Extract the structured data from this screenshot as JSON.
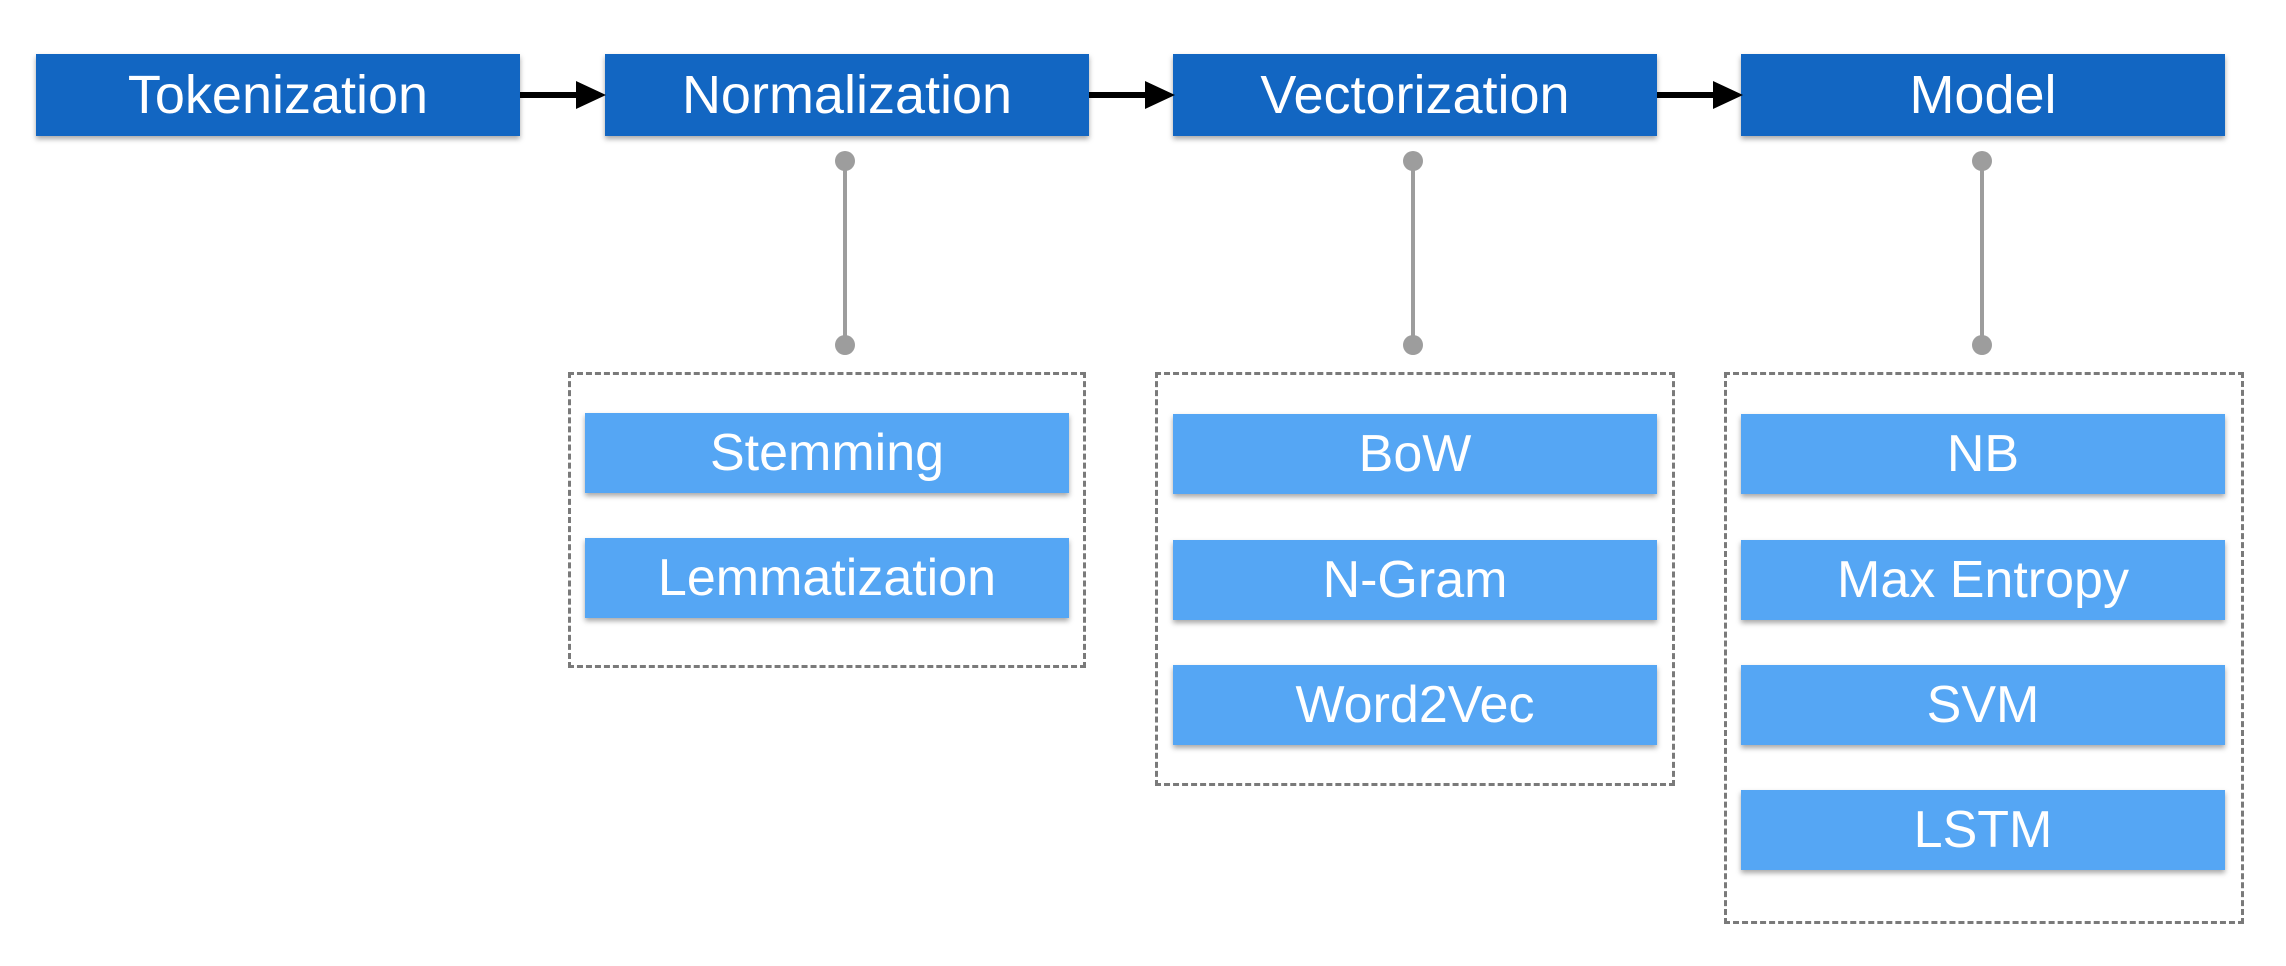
{
  "pipeline": {
    "stages": [
      {
        "label": "Tokenization"
      },
      {
        "label": "Normalization"
      },
      {
        "label": "Vectorization"
      },
      {
        "label": "Model"
      }
    ],
    "normalization_options": [
      "Stemming",
      "Lemmatization"
    ],
    "vectorization_options": [
      "BoW",
      "N-Gram",
      "Word2Vec"
    ],
    "model_options": [
      "NB",
      "Max Entropy",
      "SVM",
      "LSTM"
    ]
  },
  "colors": {
    "stage_fill": "#1266c2",
    "option_fill": "#55a6f4",
    "connector": "#9d9d9d",
    "arrow": "#000000",
    "group_border": "#7a7a7a"
  }
}
